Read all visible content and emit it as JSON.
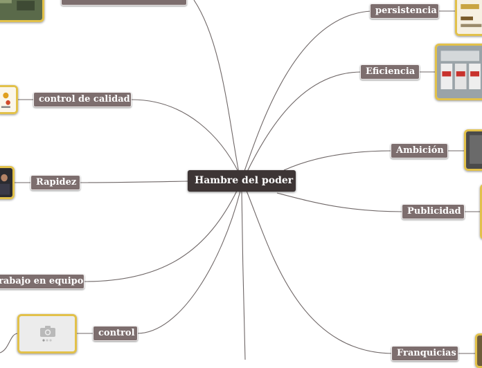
{
  "root": {
    "label": "Hambre del poder"
  },
  "branches": [
    {
      "key": "persistencia",
      "label": "persistencia"
    },
    {
      "key": "eficiencia",
      "label": "Eficiencia"
    },
    {
      "key": "ambicion",
      "label": "Ambición"
    },
    {
      "key": "publicidad",
      "label": "Publicidad"
    },
    {
      "key": "franquicias",
      "label": "Franquicias"
    },
    {
      "key": "control-calidad",
      "label": "control de calidad"
    },
    {
      "key": "rapidez",
      "label": "Rapidez"
    },
    {
      "key": "trabajo-equipo",
      "label": "rabajo en equipo"
    },
    {
      "key": "control",
      "label": "control"
    }
  ],
  "colors": {
    "node_fill": "#7d6e6e",
    "root_fill": "#3d3535",
    "connector": "#6e6666",
    "image_frame": "#e2c14a",
    "background": "#ffffff"
  },
  "icons": {
    "image_placeholder": "camera-icon"
  }
}
